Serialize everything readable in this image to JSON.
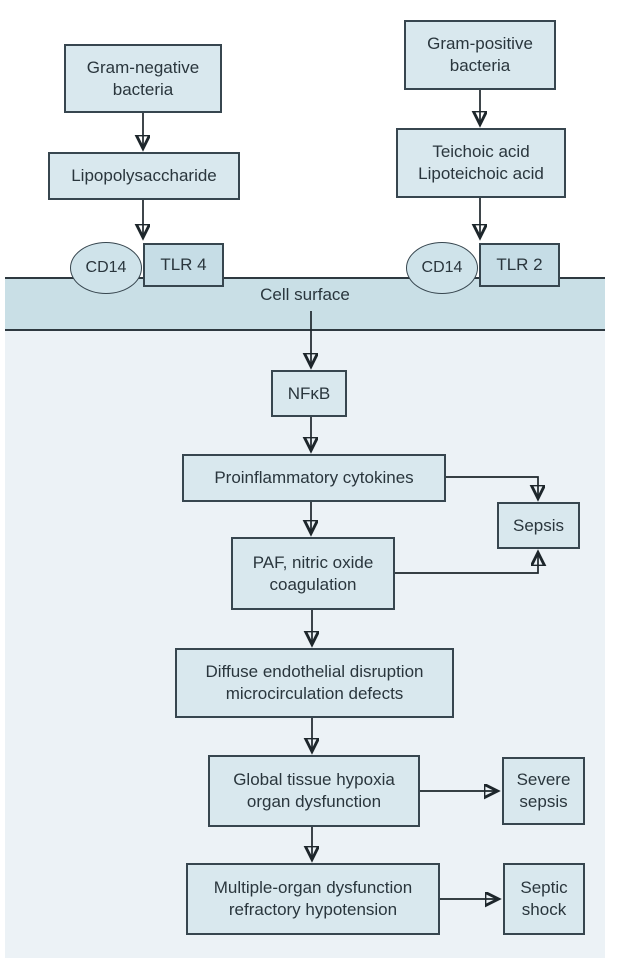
{
  "diagram": {
    "type": "flowchart",
    "topic": "Sepsis pathogenesis signalling cascade",
    "membrane_label": "Cell surface",
    "nodes": {
      "gram_negative": {
        "label": "Gram-negative\nbacteria"
      },
      "lipopolysaccharide": {
        "label": "Lipopolysaccharide"
      },
      "cd14_left": {
        "label": "CD14"
      },
      "tlr4": {
        "label": "TLR 4"
      },
      "gram_positive": {
        "label": "Gram-positive\nbacteria"
      },
      "teichoic": {
        "label": "Teichoic acid\nLipoteichoic acid"
      },
      "cd14_right": {
        "label": "CD14"
      },
      "tlr2": {
        "label": "TLR 2"
      },
      "nfkb": {
        "label": "NFκB"
      },
      "proinflammatory": {
        "label": "Proinflammatory cytokines"
      },
      "sepsis": {
        "label": "Sepsis"
      },
      "paf": {
        "label": "PAF, nitric oxide\ncoagulation"
      },
      "diffuse": {
        "label": "Diffuse endothelial disruption\nmicrocirculation defects"
      },
      "global_hypoxia": {
        "label": "Global tissue hypoxia\norgan dysfunction"
      },
      "severe_sepsis": {
        "label": "Severe\nsepsis"
      },
      "multiple_organ": {
        "label": "Multiple-organ dysfunction\nrefractory hypotension"
      },
      "septic_shock": {
        "label": "Septic\nshock"
      }
    },
    "edges": [
      "gram_negative -> lipopolysaccharide",
      "lipopolysaccharide -> cd14_left/tlr4",
      "gram_positive -> teichoic",
      "teichoic -> cd14_right/tlr2",
      "cell_surface -> nfkb",
      "nfkb -> proinflammatory",
      "proinflammatory -> paf",
      "proinflammatory -> sepsis",
      "paf -> sepsis",
      "paf -> diffuse",
      "diffuse -> global_hypoxia",
      "global_hypoxia -> multiple_organ",
      "global_hypoxia -> severe_sepsis",
      "multiple_organ -> septic_shock"
    ],
    "colors": {
      "box_fill": "#d9e8ee",
      "receptor_fill": "#c6dde6",
      "ellipse_fill": "#cfe3ea",
      "band_fill": "#c9dfe6",
      "panel_fill": "#ecf2f6",
      "border": "#37464f",
      "arrow": "#1d262b",
      "text": "#2a363d",
      "page": "#ffffff"
    }
  }
}
